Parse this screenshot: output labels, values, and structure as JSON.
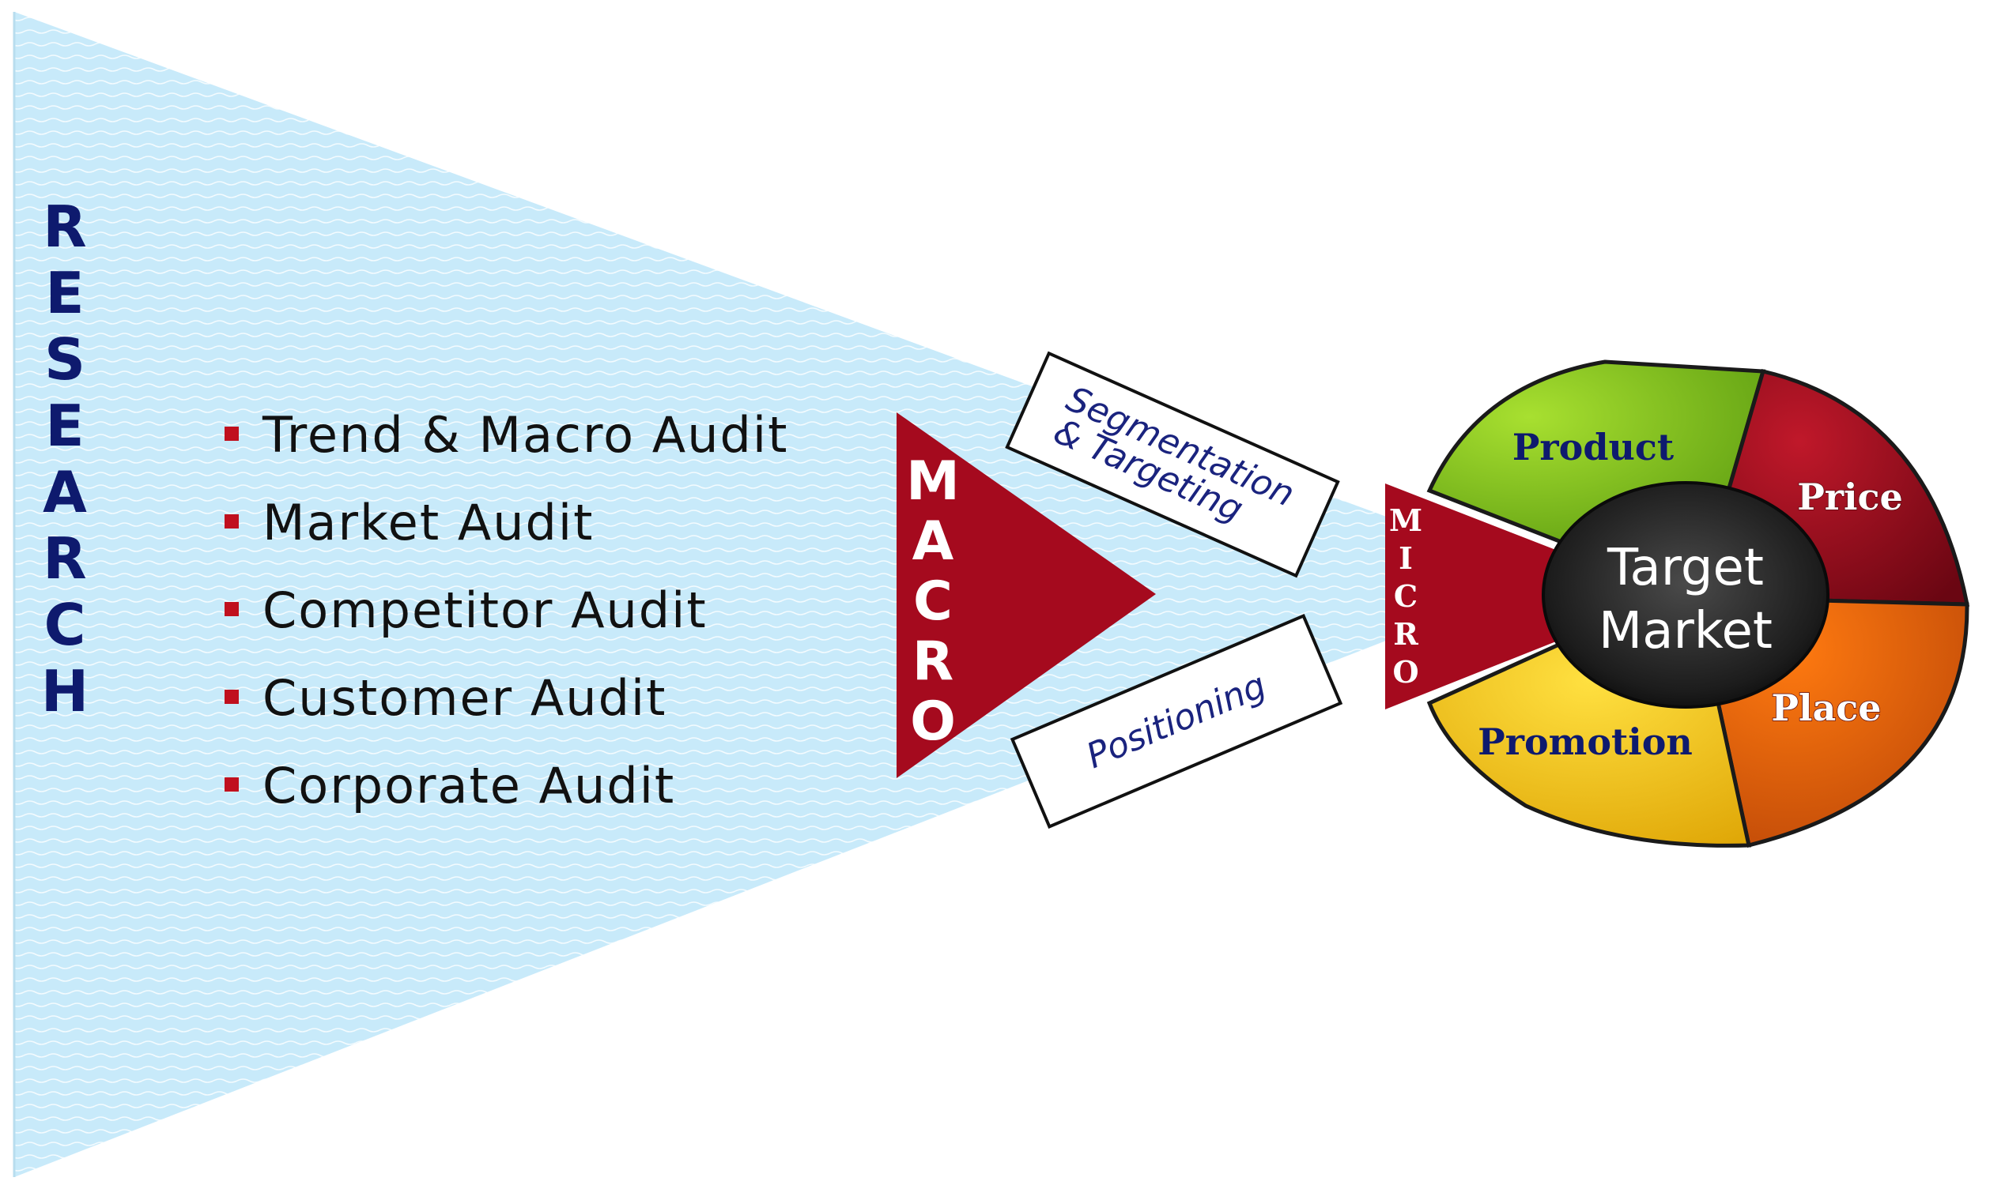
{
  "research": {
    "letters": [
      "R",
      "E",
      "S",
      "E",
      "A",
      "R",
      "C",
      "H"
    ]
  },
  "audits": [
    {
      "label": "Trend & Macro Audit"
    },
    {
      "label": "Market Audit"
    },
    {
      "label": "Competitor Audit"
    },
    {
      "label": "Customer Audit"
    },
    {
      "label": "Corporate Audit"
    }
  ],
  "macro": {
    "letters": [
      "M",
      "A",
      "C",
      "R",
      "O"
    ]
  },
  "micro": {
    "letters": [
      "M",
      "I",
      "C",
      "R",
      "O"
    ]
  },
  "boxes": {
    "segmentation": {
      "line1": "Segmentation",
      "line2": "& Targeting"
    },
    "positioning": {
      "label": "Positioning"
    }
  },
  "mix": {
    "product": "Product",
    "price": "Price",
    "place": "Place",
    "promotion": "Promotion"
  },
  "target": {
    "line1": "Target",
    "line2": "Market"
  },
  "colors": {
    "funnel": "#c8eafa",
    "crimson": "#a50a1e",
    "bullet": "#c0101e",
    "text_dark": "#0e1a6e",
    "product": "#7fc218",
    "price": "#9a0a1e",
    "place": "#f06010",
    "promotion": "#f5c810",
    "target": "#1a1a1a"
  }
}
